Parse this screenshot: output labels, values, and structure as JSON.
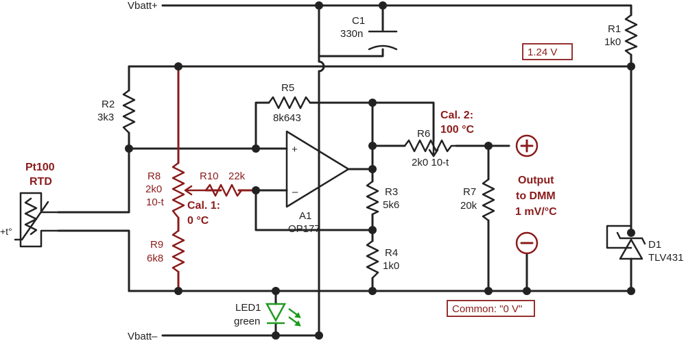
{
  "rails": {
    "vbatt_pos": "Vbatt+",
    "vbatt_neg": "Vbatt–"
  },
  "capacitor_c1": {
    "ref": "C1",
    "value": "330n"
  },
  "resistors": {
    "r1": {
      "ref": "R1",
      "value": "1k0"
    },
    "r2": {
      "ref": "R2",
      "value": "3k3"
    },
    "r3": {
      "ref": "R3",
      "value": "5k6"
    },
    "r4": {
      "ref": "R4",
      "value": "1k0"
    },
    "r5": {
      "ref": "R5",
      "value": "8k643"
    },
    "r7": {
      "ref": "R7",
      "value": "20k"
    },
    "r9": {
      "ref": "R9",
      "value": "6k8"
    },
    "r10": {
      "ref": "R10",
      "value": "22k"
    }
  },
  "trimmers": {
    "r6": {
      "ref": "R6",
      "value": "2k0 10-t"
    },
    "r8": {
      "ref": "R8",
      "value": "2k0",
      "turns": "10-t"
    }
  },
  "opamp": {
    "ref": "A1",
    "part": "OP177",
    "plus": "+",
    "minus": "–"
  },
  "reference": {
    "ref": "D1",
    "part": "TLV431",
    "voltage_label": "1.24 V"
  },
  "led": {
    "ref": "LED1",
    "color": "green"
  },
  "sensor": {
    "name": "Pt100",
    "type": "RTD",
    "symbol": "+t°"
  },
  "calibration": {
    "cal1_title": "Cal. 1:",
    "cal1_value": "0 °C",
    "cal2_title": "Cal. 2:",
    "cal2_value": "100 °C"
  },
  "output": {
    "line1": "Output",
    "line2": "to DMM",
    "line3": "1 mV/°C",
    "common_label": "Common: \"0 V\""
  },
  "colors": {
    "wire": "#222222",
    "accent": "#8b1a1a",
    "led": "#1f9a1f"
  }
}
